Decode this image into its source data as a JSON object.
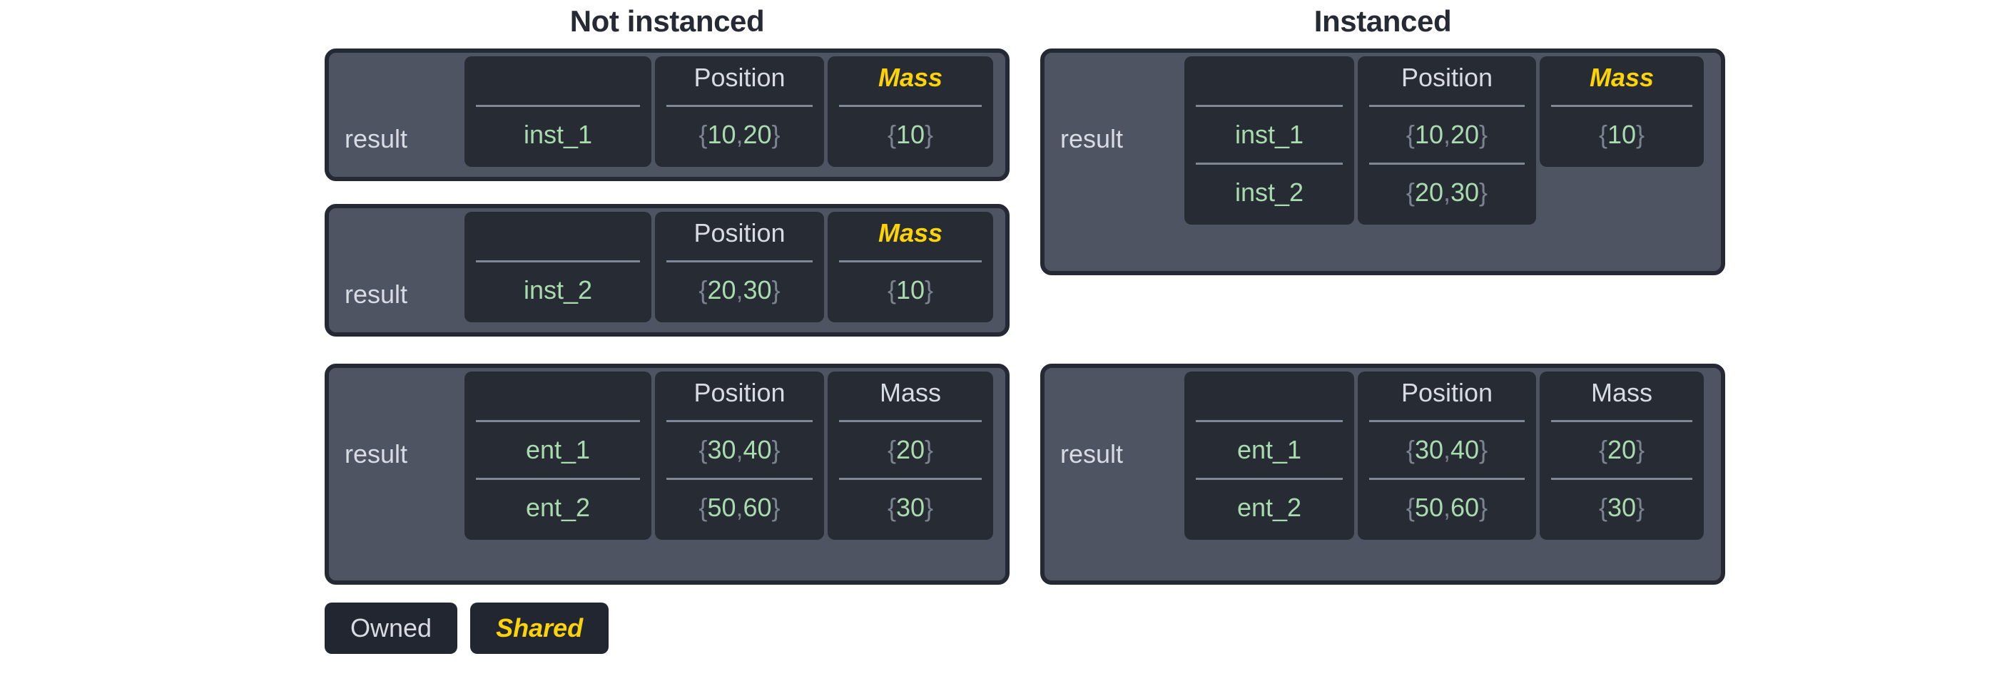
{
  "headings": {
    "left": "Not instanced",
    "right": "Instanced"
  },
  "legend": {
    "owned": "Owned",
    "shared": "Shared"
  },
  "colors": {
    "page_background": "#ffffff",
    "title_text": "#252a35",
    "card_border": "#242934",
    "card_background": "#4f5463",
    "column_background": "#272b34",
    "owner_label_text": "#d8dbe3",
    "header_owned_text": "#d8dbe3",
    "header_shared_text": "#fcd307",
    "value_text": "#a8dbad",
    "brace_text": "#7b8290",
    "divider": "#808795",
    "chip_background": "#222630"
  },
  "labels": {
    "owner": "result",
    "position": "Position",
    "mass": "Mass"
  },
  "tables": [
    {
      "id": "left-inst-1",
      "side": "left",
      "owner": "result",
      "columns": [
        {
          "id": "name",
          "header": "",
          "header_kind": "blank",
          "values": [
            "inst_1"
          ]
        },
        {
          "id": "position",
          "header": "Position",
          "header_kind": "owned",
          "values": [
            "{10, 20}"
          ]
        },
        {
          "id": "mass",
          "header": "Mass",
          "header_kind": "shared",
          "values": [
            "{10}"
          ]
        }
      ]
    },
    {
      "id": "left-inst-2",
      "side": "left",
      "owner": "result",
      "columns": [
        {
          "id": "name",
          "header": "",
          "header_kind": "blank",
          "values": [
            "inst_2"
          ]
        },
        {
          "id": "position",
          "header": "Position",
          "header_kind": "owned",
          "values": [
            "{20, 30}"
          ]
        },
        {
          "id": "mass",
          "header": "Mass",
          "header_kind": "shared",
          "values": [
            "{10}"
          ]
        }
      ]
    },
    {
      "id": "left-ent",
      "side": "left",
      "owner": "result",
      "columns": [
        {
          "id": "name",
          "header": "",
          "header_kind": "blank",
          "values": [
            "ent_1",
            "ent_2"
          ]
        },
        {
          "id": "position",
          "header": "Position",
          "header_kind": "owned",
          "values": [
            "{30, 40}",
            "{50, 60}"
          ]
        },
        {
          "id": "mass",
          "header": "Mass",
          "header_kind": "owned",
          "values": [
            "{20}",
            "{30}"
          ]
        }
      ]
    },
    {
      "id": "right-inst",
      "side": "right",
      "owner": "result",
      "columns": [
        {
          "id": "name",
          "header": "",
          "header_kind": "blank",
          "values": [
            "inst_1",
            "inst_2"
          ]
        },
        {
          "id": "position",
          "header": "Position",
          "header_kind": "owned",
          "values": [
            "{10, 20}",
            "{20, 30}"
          ]
        },
        {
          "id": "mass",
          "header": "Mass",
          "header_kind": "shared",
          "values": [
            "{10}"
          ]
        }
      ]
    },
    {
      "id": "right-ent",
      "side": "right",
      "owner": "result",
      "columns": [
        {
          "id": "name",
          "header": "",
          "header_kind": "blank",
          "values": [
            "ent_1",
            "ent_2"
          ]
        },
        {
          "id": "position",
          "header": "Position",
          "header_kind": "owned",
          "values": [
            "{30, 40}",
            "{50, 60}"
          ]
        },
        {
          "id": "mass",
          "header": "Mass",
          "header_kind": "owned",
          "values": [
            "{20}",
            "{30}"
          ]
        }
      ]
    }
  ]
}
